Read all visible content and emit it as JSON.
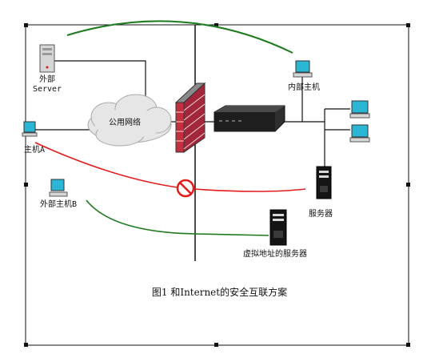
{
  "diagram": {
    "caption": "图1 和Internet的安全互联方案",
    "labels": {
      "external_server": "外部\nServer",
      "public_network": "公用网络",
      "host_a": "主机A",
      "external_host_b": "外部主机B",
      "internal_host": "内部主机",
      "server": "服务器",
      "virtual_address_server": "虚拟地址的服务器"
    },
    "colors": {
      "secure_link": "#1d7a1d",
      "blocked_link": "#e31b1b",
      "firewall_brick": "#c22f3f",
      "block_symbol": "#e31b1b"
    },
    "icons": [
      "server-tower-icon",
      "cloud-icon",
      "firewall-icon",
      "router-icon",
      "desktop-computer-icon",
      "no-entry-icon"
    ]
  }
}
